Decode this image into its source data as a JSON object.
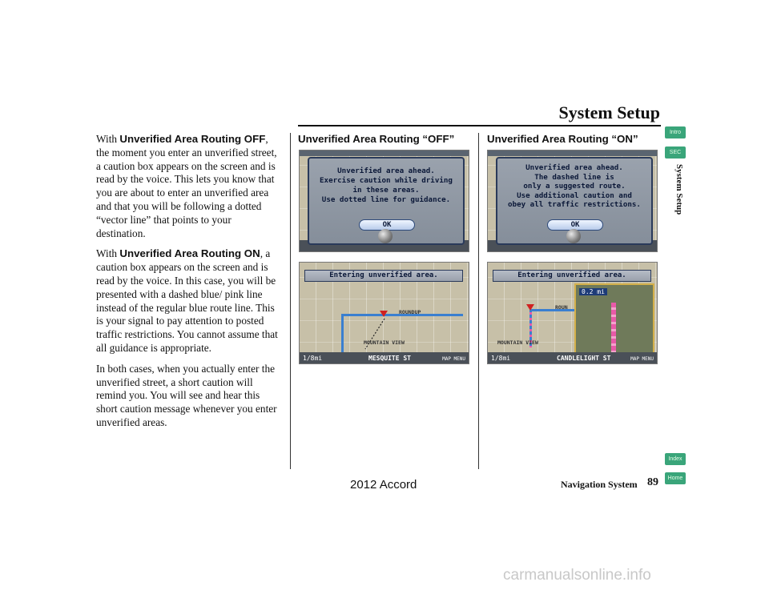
{
  "header": {
    "title": "System Setup"
  },
  "body_text": {
    "p1_prefix": "With ",
    "p1_bold": "Unverified Area Routing OFF",
    "p1_rest": ", the moment you enter an unverified street, a caution box appears on the screen and is read by the voice. This lets you know that you are about to enter an unverified area and that you will be following a dotted “vector line” that points to your destination.",
    "p2_prefix": "With ",
    "p2_bold": "Unverified Area Routing ON",
    "p2_rest": ", a caution box appears on the screen and is read by the voice. In this case, you will be presented with a dashed blue/ pink line instead of the regular blue route line. This is your signal to pay attention to posted traffic restrictions. You cannot assume that all guidance is appropriate.",
    "p3": "In both cases, when you actually enter the unverified street, a short caution will remind you. You will see and hear this short caution message whenever you enter unverified areas."
  },
  "captions": {
    "off": "Unverified Area Routing “OFF”",
    "on": "Unverified Area Routing “ON”"
  },
  "screens": {
    "off_dialog": {
      "lines": [
        "Unverified area ahead.",
        "Exercise caution while driving",
        "in these areas.",
        "Use dotted line for guidance."
      ],
      "ok": "OK"
    },
    "on_dialog": {
      "lines": [
        "Unverified area ahead.",
        "The dashed line is",
        "only a suggested route.",
        "Use additional caution and",
        "obey all traffic restrictions."
      ],
      "ok": "OK"
    },
    "off_map": {
      "banner": "Entering unverified area.",
      "street": "MESQUITE ST",
      "scale": "1/8mi",
      "road1": "ROUNDUP",
      "road2": "MOUNTAIN VIEW",
      "buttons": "MAP MENU"
    },
    "on_map": {
      "banner": "Entering unverified area.",
      "street": "CANDLELIGHT ST",
      "scale": "1/8mi",
      "road1": "ROUN",
      "road2": "MOUNTAIN VIEW",
      "buttons": "MAP MENU",
      "inset_distance": "0.2 mi"
    }
  },
  "side_tabs": {
    "intro": "Intro",
    "sec": "SEC",
    "index": "Index",
    "home": "Home",
    "vertical": "System Setup"
  },
  "footer": {
    "section": "Navigation System",
    "page": "89",
    "model": "2012 Accord"
  },
  "watermark": "carmanualsonline.info",
  "colors": {
    "tab_green": "#3aa57a",
    "route_blue": "#3a7fd0",
    "dashed_pink": "#e85aa8"
  }
}
